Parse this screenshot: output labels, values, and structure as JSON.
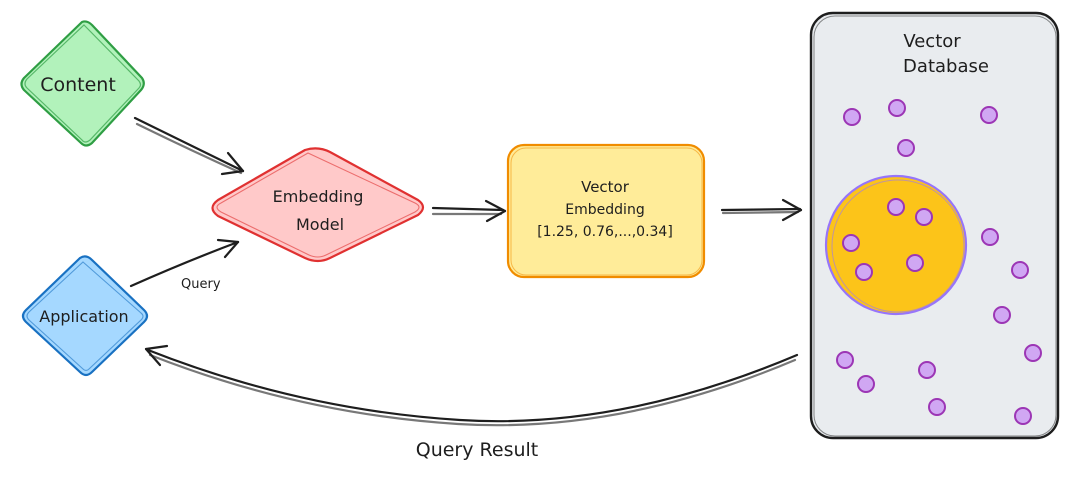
{
  "nodes": {
    "content": {
      "label": "Content",
      "fill": "#b2f2bb",
      "stroke": "#2f9e44"
    },
    "embedding_model": {
      "label_line1": "Embedding",
      "label_line2": "Model",
      "fill": "#ffc9c9",
      "stroke": "#e03131"
    },
    "application": {
      "label": "Application",
      "fill": "#a5d8ff",
      "stroke": "#1971c2"
    },
    "vector_embedding": {
      "label_line1": "Vector",
      "label_line2": "Embedding",
      "label_line3": "[1.25, 0.76,...,0.34]",
      "fill": "#ffec99",
      "stroke": "#f08c00"
    },
    "vector_database": {
      "label_line1": "Vector",
      "label_line2": "Database",
      "fill": "#e9ecef",
      "stroke": "#1e1e1e"
    }
  },
  "edges": {
    "query_label": "Query",
    "result_label": "Query Result"
  },
  "colors": {
    "ink": "#1e1e1e",
    "point_fill": "#d0a7f3",
    "point_stroke": "#9c36b5",
    "cluster_fill": "#fcc419",
    "cluster_stroke": "#9775fa"
  }
}
